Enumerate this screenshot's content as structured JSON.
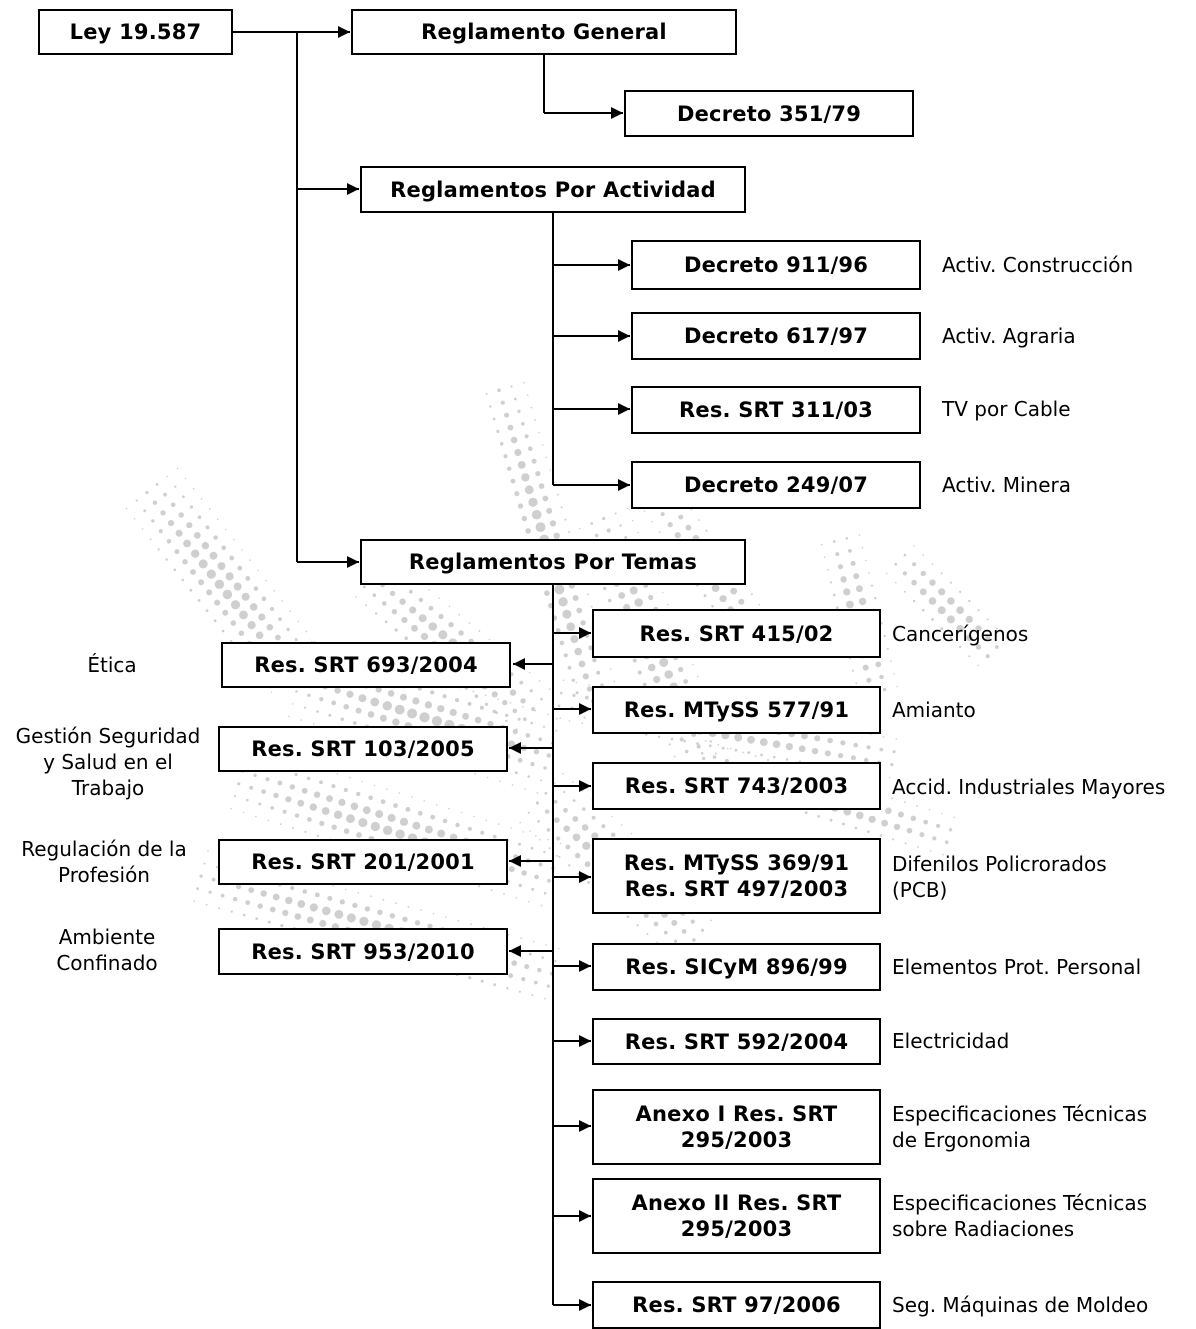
{
  "root": "Ley 19.587",
  "general": {
    "title": "Reglamento General",
    "decree": "Decreto 351/79"
  },
  "activity": {
    "title": "Reglamentos Por Actividad",
    "items": [
      {
        "box": "Decreto 911/96",
        "note": "Activ. Construcción"
      },
      {
        "box": "Decreto 617/97",
        "note": "Activ. Agraria"
      },
      {
        "box": "Res. SRT 311/03",
        "note": "TV por Cable"
      },
      {
        "box": "Decreto 249/07",
        "note": "Activ. Minera"
      }
    ]
  },
  "topics": {
    "title": "Reglamentos Por Temas",
    "right": [
      {
        "box": [
          "Res. SRT 415/02"
        ],
        "note": [
          "Cancerígenos"
        ]
      },
      {
        "box": [
          "Res. MTySS 577/91"
        ],
        "note": [
          "Amianto"
        ]
      },
      {
        "box": [
          "Res. SRT 743/2003"
        ],
        "note": [
          "Accid. Industriales Mayores"
        ]
      },
      {
        "box": [
          "Res. MTySS 369/91",
          "Res. SRT 497/2003"
        ],
        "note": [
          "Difenilos Policrorados",
          "(PCB)"
        ]
      },
      {
        "box": [
          "Res. SICyM 896/99"
        ],
        "note": [
          "Elementos Prot. Personal"
        ]
      },
      {
        "box": [
          "Res. SRT 592/2004"
        ],
        "note": [
          "Electricidad"
        ]
      },
      {
        "box": [
          "Anexo I Res. SRT",
          "295/2003"
        ],
        "note": [
          "Especificaciones Técnicas",
          "de Ergonomia"
        ]
      },
      {
        "box": [
          "Anexo II Res. SRT",
          "295/2003"
        ],
        "note": [
          "Especificaciones Técnicas",
          "sobre Radiaciones"
        ]
      },
      {
        "box": [
          "Res. SRT 97/2006"
        ],
        "note": [
          "Seg. Máquinas de Moldeo"
        ]
      }
    ],
    "left": [
      {
        "box": "Res. SRT 693/2004",
        "note": [
          "Ética"
        ]
      },
      {
        "box": "Res. SRT 103/2005",
        "note": [
          "Gestión Seguridad",
          "y Salud en el",
          "Trabajo"
        ]
      },
      {
        "box": "Res. SRT 201/2001",
        "note": [
          "Regulación de la",
          "Profesión"
        ]
      },
      {
        "box": "Res. SRT 953/2010",
        "note": [
          "Ambiente",
          "Confinado"
        ]
      }
    ]
  },
  "colors": {
    "line": "#000000",
    "watermark": "#cfcfcf"
  }
}
